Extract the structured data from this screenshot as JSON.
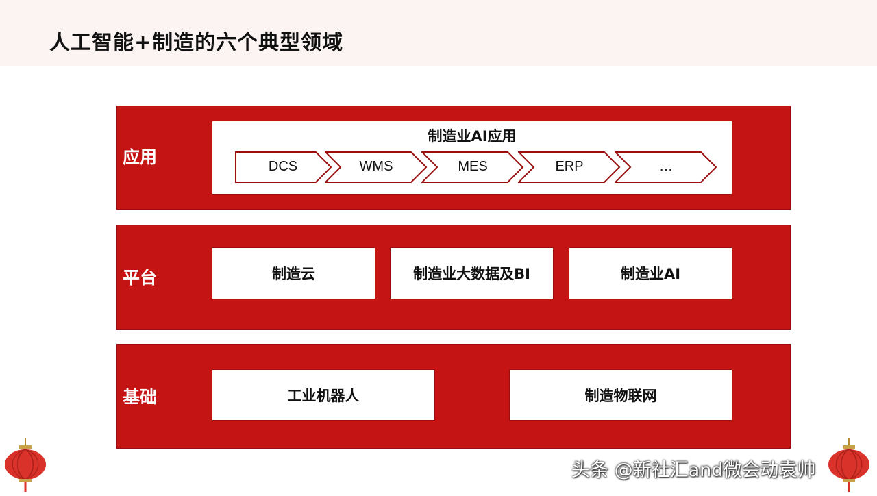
{
  "page": {
    "title": "人工智能+制造的六个典型领域"
  },
  "layers": {
    "application": {
      "label": "应用",
      "box_title": "制造业AI应用",
      "items": [
        "DCS",
        "WMS",
        "MES",
        "ERP",
        "…"
      ]
    },
    "platform": {
      "label": "平台",
      "items": [
        "制造云",
        "制造业大数据及BI",
        "制造业AI"
      ]
    },
    "foundation": {
      "label": "基础",
      "items": [
        "工业机器人",
        "制造物联网"
      ]
    }
  },
  "watermark": "头条 @新社汇and微会动袁帅",
  "colors": {
    "layer_fill": "#c41413",
    "box_fill": "#ffffff",
    "title_bar": "#fbf4f2"
  },
  "icons": [
    "lantern-icon"
  ]
}
